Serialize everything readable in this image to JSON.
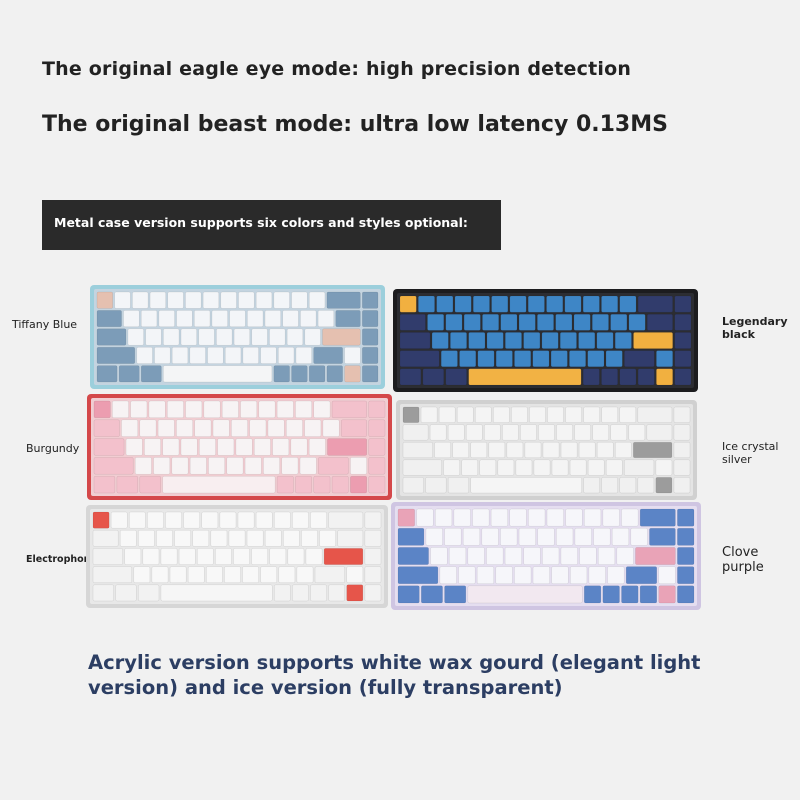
{
  "headline_1": "The original eagle eye mode: high precision detection",
  "headline_2": "The original beast mode: ultra low latency 0.13MS",
  "banner": "Metal case version supports six colors and styles optional:",
  "keyboards": [
    {
      "label": "Tiffany Blue",
      "case": "#9ccfdc",
      "plate": "#c4d4e0",
      "key": "#f3f5f8",
      "mod": "#7c9cb8",
      "accent": "#e5c0b0",
      "space": "#f4f5f6"
    },
    {
      "label": "Legendary black",
      "case": "#1c1c1e",
      "plate": "#2c2d32",
      "key": "#3e86c6",
      "mod": "#313c6c",
      "accent": "#f1b040",
      "space": "#f2b244"
    },
    {
      "label": "Burgundy",
      "case": "#d4484a",
      "plate": "#f1cdd2",
      "key": "#f7f3f4",
      "mod": "#f3c1cc",
      "accent": "#ec9db0",
      "space": "#f8eef0"
    },
    {
      "label": "Ice crystal silver",
      "case": "#d0d0d0",
      "plate": "#e4e4e4",
      "key": "#f4f4f4",
      "mod": "#f0f0f0",
      "accent": "#9c9c9c",
      "space": "#f5f5f5"
    },
    {
      "label": "Electrophoresis white",
      "case": "#d6d6d6",
      "plate": "#e8e8e8",
      "key": "#f8f8f8",
      "mod": "#f2f2f2",
      "accent": "#e6554a",
      "space": "#f6f6f6"
    },
    {
      "label": "Clove purple",
      "case": "#cfc5e2",
      "plate": "#e5def0",
      "key": "#f6f6fa",
      "mod": "#5b84c6",
      "accent": "#e9a3b7",
      "space": "#f2e8f0"
    }
  ],
  "caption": "Acrylic version supports white wax gourd (elegant light version) and ice version (fully transparent)"
}
